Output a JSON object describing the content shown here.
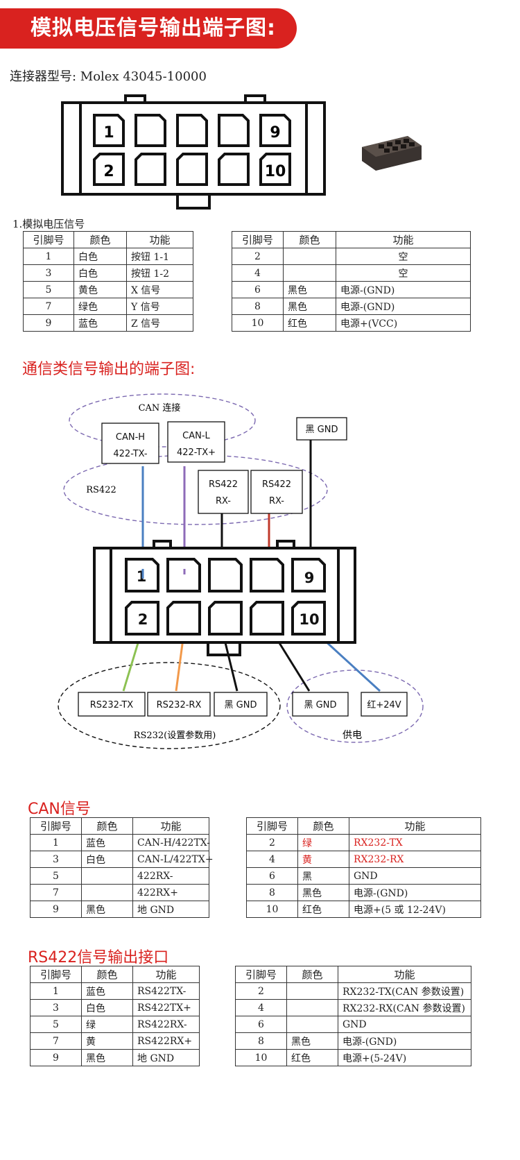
{
  "banner_title": "模拟电压信号输出端子图:",
  "connector_model": "连接器型号: Molex 43045-10000",
  "pins_top": [
    "1",
    "9"
  ],
  "pins_bottom": [
    "2",
    "10"
  ],
  "section1_label": "1.模拟电压信号",
  "table1": {
    "headers": [
      "引脚号",
      "颜色",
      "功能"
    ],
    "left": [
      [
        "1",
        "白色",
        "按钮 1-1"
      ],
      [
        "3",
        "白色",
        "按钮 1-2"
      ],
      [
        "5",
        "黄色",
        "X 信号"
      ],
      [
        "7",
        "绿色",
        "Y 信号"
      ],
      [
        "9",
        "蓝色",
        "Z 信号"
      ]
    ],
    "right": [
      [
        "2",
        "",
        "空"
      ],
      [
        "4",
        "",
        "空"
      ],
      [
        "6",
        "黑色",
        "电源-(GND)"
      ],
      [
        "8",
        "黑色",
        "电源-(GND)"
      ],
      [
        "10",
        "红色",
        "电源+(VCC)"
      ]
    ]
  },
  "comm_heading": "通信类信号输出的端子图:",
  "diagram": {
    "can_group": "CAN 连接",
    "rs422_group": "RS422",
    "box_canh": [
      "CAN-H",
      "422-TX-"
    ],
    "box_canl": [
      "CAN-L",
      "422-TX+"
    ],
    "box_black_gnd_top": "黑 GND",
    "box_rs422_rxm": [
      "RS422",
      "RX-"
    ],
    "box_rs422_rxp": [
      "RS422",
      "RX-"
    ],
    "pin1": "1",
    "pin9": "9",
    "pin2": "2",
    "pin10": "10",
    "box_rs232_tx": "RS232-TX",
    "box_rs232_rx": "RS232-RX",
    "box_black_gnd_1": "黑 GND",
    "box_black_gnd_2": "黑 GND",
    "box_red_24v": "红+24V",
    "rs232_group": "RS232(设置参数用)",
    "power_group": "供电",
    "wire_colors": {
      "blue": "#4a7fc1",
      "purple": "#8e6bb8",
      "black": "#111111",
      "red": "#c0392b",
      "green": "#8cc152",
      "orange": "#f2994a"
    }
  },
  "can_heading": "CAN信号",
  "table2": {
    "headers": [
      "引脚号",
      "颜色",
      "功能"
    ],
    "left": [
      [
        "1",
        "蓝色",
        "CAN-H/422TX-"
      ],
      [
        "3",
        "白色",
        "CAN-L/422TX+"
      ],
      [
        "5",
        "",
        "422RX-"
      ],
      [
        "7",
        "",
        "422RX+"
      ],
      [
        "9",
        "黑色",
        "地 GND"
      ]
    ],
    "right": [
      [
        "2",
        "绿",
        "RX232-TX"
      ],
      [
        "4",
        "黄",
        "RX232-RX"
      ],
      [
        "6",
        "黑",
        "GND"
      ],
      [
        "8",
        "黑色",
        "电源-(GND)"
      ],
      [
        "10",
        "红色",
        "电源+(5 或 12-24V)"
      ]
    ]
  },
  "rs422_heading": "RS422信号输出接口",
  "table3": {
    "headers": [
      "引脚号",
      "颜色",
      "功能"
    ],
    "left": [
      [
        "1",
        "蓝色",
        "RS422TX-"
      ],
      [
        "3",
        "白色",
        "RS422TX+"
      ],
      [
        "5",
        "绿",
        "RS422RX-"
      ],
      [
        "7",
        "黄",
        "RS422RX+"
      ],
      [
        "9",
        "黑色",
        "地 GND"
      ]
    ],
    "right": [
      [
        "2",
        "",
        "RX232-TX(CAN 参数设置)"
      ],
      [
        "4",
        "",
        "RX232-RX(CAN 参数设置)"
      ],
      [
        "6",
        "",
        "GND"
      ],
      [
        "8",
        "黑色",
        "电源-(GND)"
      ],
      [
        "10",
        "红色",
        "电源+(5-24V)"
      ]
    ]
  }
}
